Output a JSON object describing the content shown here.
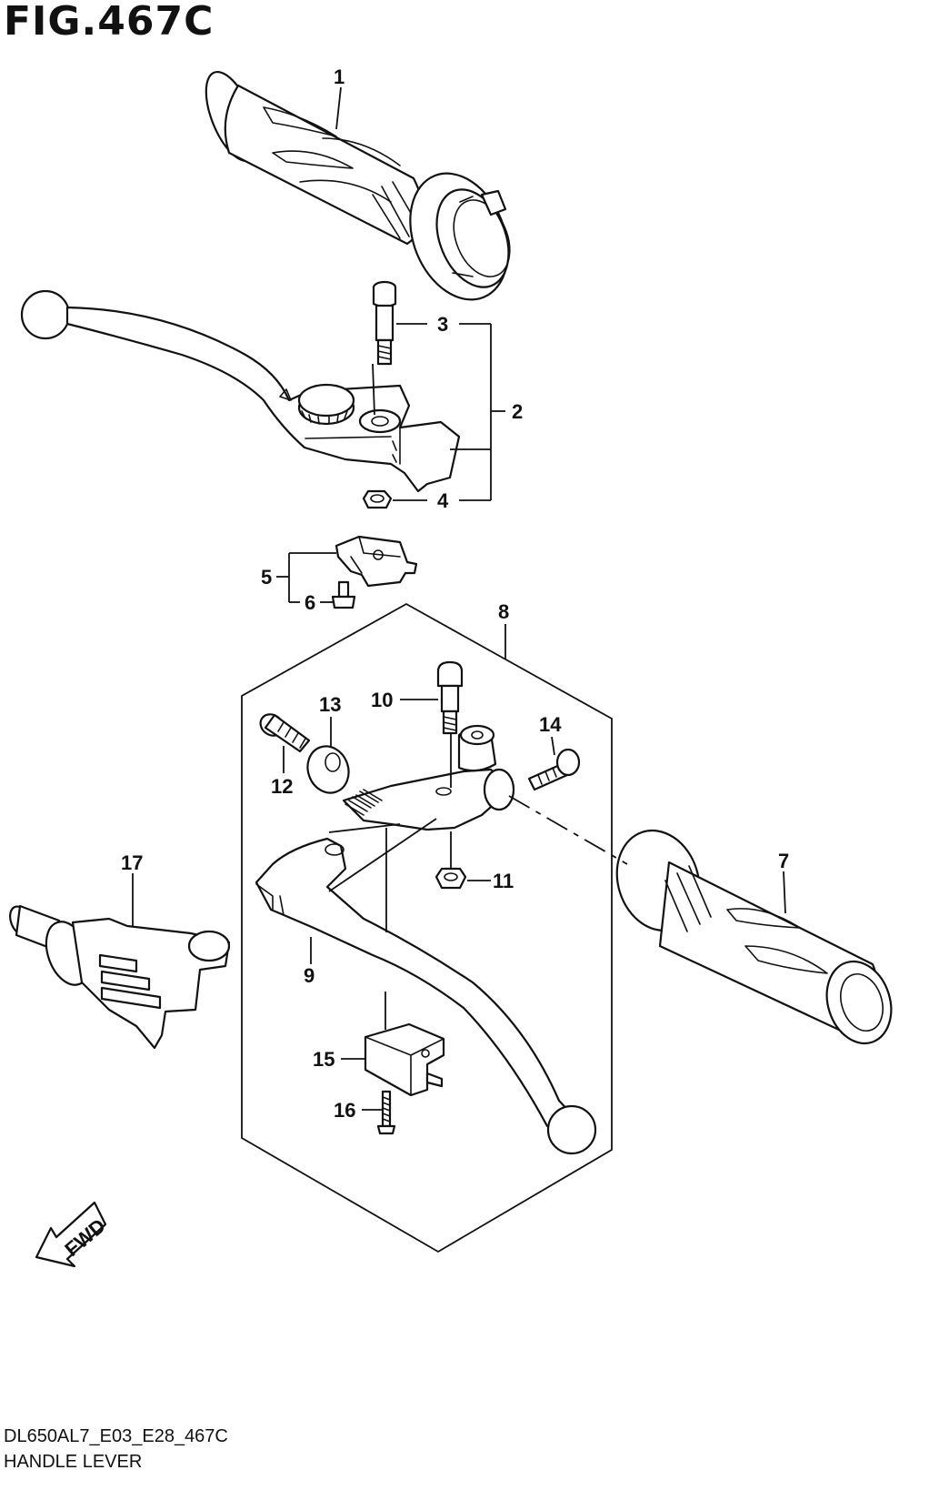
{
  "header": {
    "title": "FIG.467C"
  },
  "footer": {
    "code": "DL650AL7_E03_E28_467C",
    "name": "HANDLE LEVER"
  },
  "fwd_arrow": {
    "label": "FWD"
  },
  "callouts": {
    "c1": "1",
    "c2": "2",
    "c3": "3",
    "c4": "4",
    "c5": "5",
    "c6": "6",
    "c7": "7",
    "c8": "8",
    "c9": "9",
    "c10": "10",
    "c11": "11",
    "c12": "12",
    "c13": "13",
    "c14": "14",
    "c15": "15",
    "c16": "16",
    "c17": "17"
  }
}
